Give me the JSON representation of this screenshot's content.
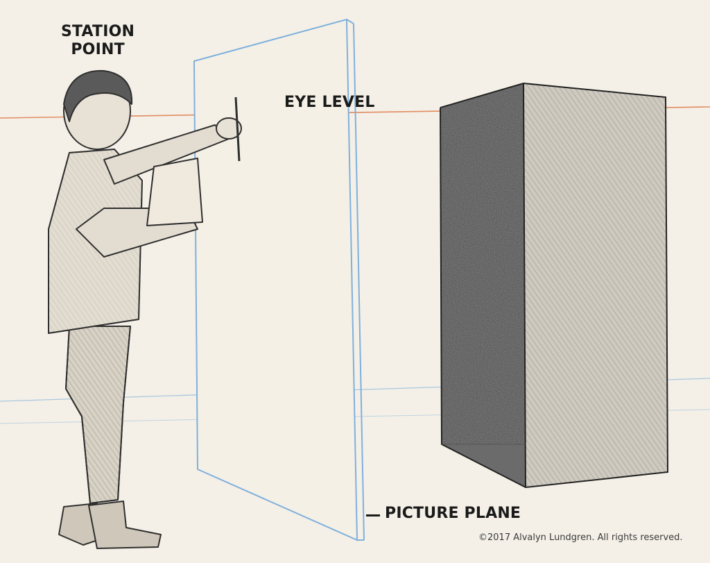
{
  "labels": {
    "station_point_line1": "STATION",
    "station_point_line2": "POINT",
    "eye_level": "EYE LEVEL",
    "picture_plane": "PICTURE PLANE"
  },
  "copyright": "©2017 Alvalyn Lundgren. All rights reserved.",
  "colors": {
    "paper": "#f4f0e7",
    "eye_level_line": "#e07a4a",
    "construction_line": "#8ab6dc",
    "pencil": "#2b2b2b"
  }
}
